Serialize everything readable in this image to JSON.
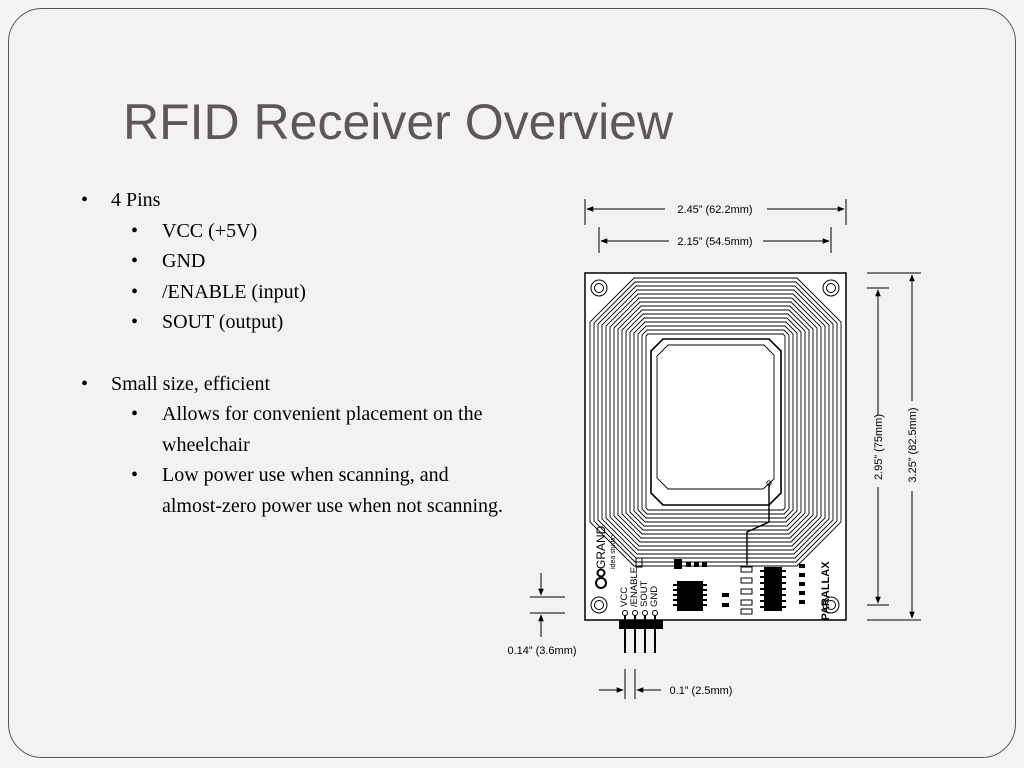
{
  "slide": {
    "title": "RFID Receiver Overview",
    "bullets": [
      {
        "text": "4 Pins",
        "sub": [
          "VCC  (+5V)",
          "GND",
          "/ENABLE (input)",
          "SOUT (output)"
        ]
      },
      {
        "text": "Small size, efficient",
        "sub": [
          "Allows for convenient placement on the wheelchair",
          "Low power use when scanning, and almost-zero power use when not scanning."
        ]
      }
    ]
  },
  "diagram": {
    "dim_width_outer": "2.45” (62.2mm)",
    "dim_width_inner": "2.15” (54.5mm)",
    "dim_height_inner": "2.95” (75mm)",
    "dim_height_outer": "3.25” (82.5mm)",
    "dim_pin_length": "0.14” (3.6mm)",
    "dim_pin_pitch": "0.1” (2.5mm)",
    "brand": "GRAND",
    "brand_sub": "idea studio",
    "maker": "PARALLAX",
    "pins": [
      "VCC",
      "/ENABLE",
      "SOUT",
      "GND"
    ]
  }
}
